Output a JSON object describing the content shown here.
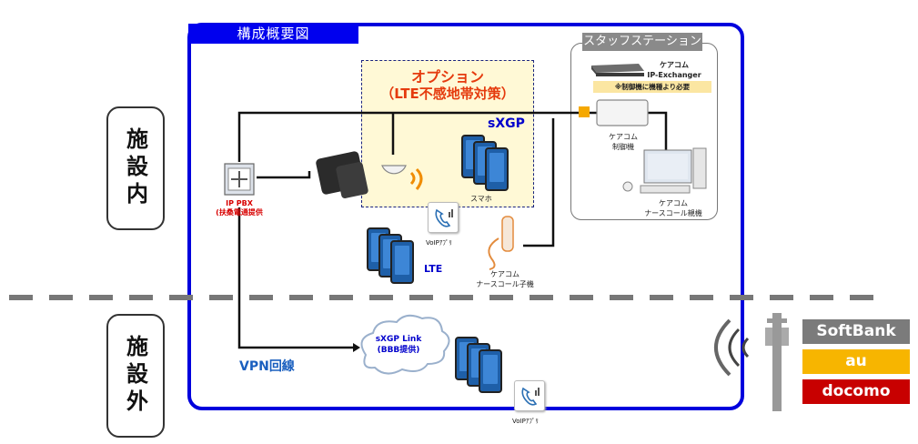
{
  "diagram": {
    "title": "構成概要図",
    "side_inside": "施設内",
    "side_outside": "施設外",
    "staff_station": "スタッフステーション",
    "option": {
      "title": "オプション",
      "subtitle": "（LTE不感地帯対策）",
      "sxgp": "sXGP",
      "sumaho": "スマホ"
    },
    "pbx": {
      "line1": "IP PBX",
      "line2": "(扶桑電通提供"
    },
    "careacom_exchanger": {
      "line1": "ケアコム",
      "line2": "IP-Exchanger",
      "line3": "※制御機に機種より必要"
    },
    "controller": {
      "line1": "ケアコム",
      "line2": "制御機"
    },
    "nurse_master": {
      "line1": "ケアコム",
      "line2": "ナースコール親機"
    },
    "nurse_child": {
      "line1": "ケアコム",
      "line2": "ナースコール子機"
    },
    "voip_app": "VoIPｱﾌﾟﾘ",
    "voip_app2": "VoIPｱﾌﾟﾘ",
    "lte": "LTE",
    "vpn": "VPN回線",
    "cloud": {
      "line1": "sXGP Link",
      "line2": "(BBB提供)"
    },
    "carriers": [
      {
        "name": "SoftBank",
        "color": "#7b7b7b"
      },
      {
        "name": "au",
        "color": "#f7b500"
      },
      {
        "name": "docomo",
        "color": "#c80000"
      }
    ]
  }
}
